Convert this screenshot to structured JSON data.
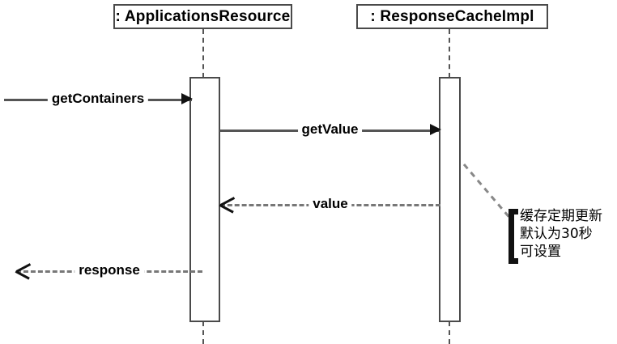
{
  "diagram": {
    "type": "uml-sequence-diagram",
    "colors": {
      "stroke": "#4a4a4a",
      "arrow": "#555555",
      "arrowhead": "#111111",
      "text": "#000000",
      "background": "#ffffff"
    },
    "lifelines": [
      {
        "id": "applications-resource",
        "label": ": ApplicationsResource"
      },
      {
        "id": "response-cache-impl",
        "label": ": ResponseCacheImpl"
      }
    ],
    "messages": [
      {
        "id": "getcontainers",
        "label": "getContainers",
        "style": "solid",
        "direction": "right",
        "arrowhead": "filled",
        "from": "actor",
        "to": "applications-resource"
      },
      {
        "id": "getvalue",
        "label": "getValue",
        "style": "solid",
        "direction": "right",
        "arrowhead": "filled",
        "from": "applications-resource",
        "to": "response-cache-impl"
      },
      {
        "id": "value",
        "label": "value",
        "style": "dashed",
        "direction": "left",
        "arrowhead": "open",
        "from": "response-cache-impl",
        "to": "applications-resource"
      },
      {
        "id": "response",
        "label": "response",
        "style": "dashed",
        "direction": "left",
        "arrowhead": "open",
        "from": "applications-resource",
        "to": "actor"
      }
    ],
    "note": {
      "id": "cache-refresh-note",
      "text": "缓存定期更新\n默认为30秒\n可设置",
      "lines": [
        "缓存定期更新",
        "默认为30秒",
        "可设置"
      ],
      "anchored_to": "response-cache-impl"
    }
  }
}
